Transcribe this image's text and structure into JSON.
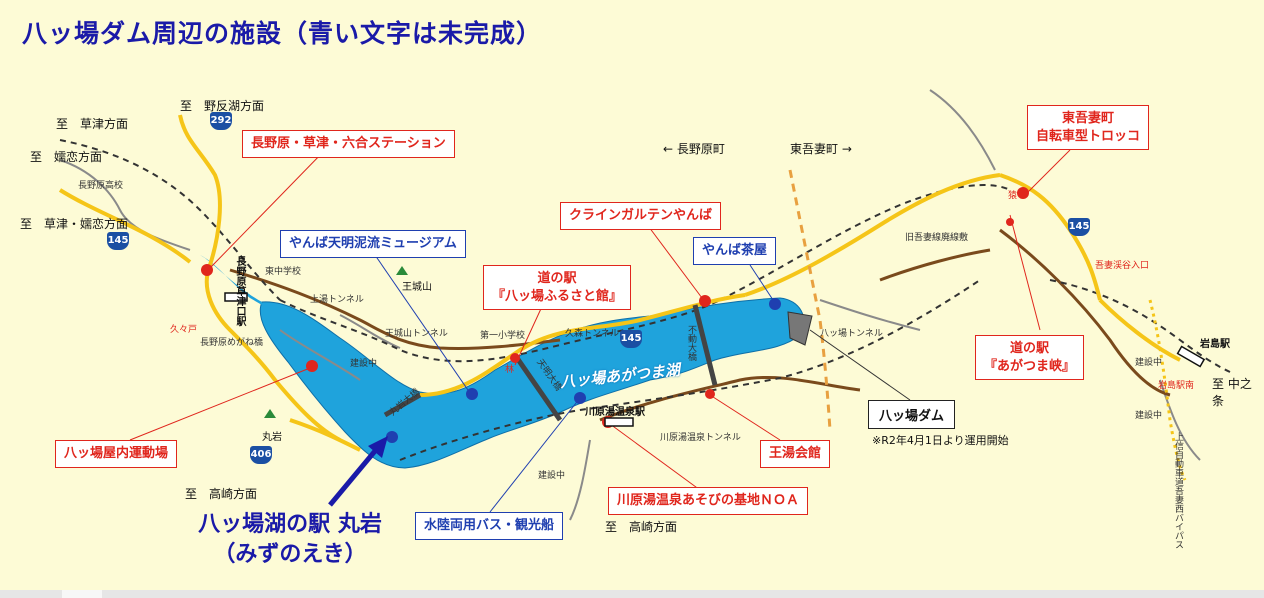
{
  "title": "八ッ場ダム周辺の施設（青い文字は未完成）",
  "colors": {
    "background": "#fdfbd6",
    "lake": "#1fa3dc",
    "road_main": "#f5c518",
    "road_brown": "#7a4a1c",
    "facility_red": "#e0261d",
    "facility_blue": "#1f3fb0"
  },
  "direction_labels": {
    "nozorikko": "至　野反湖方面",
    "kusatsu": "至　草津方面",
    "tsumagoi": "至　嬬恋方面",
    "kusatsu_tsumagoi": "至　草津・嬬恋方面",
    "takasaki_left": "至　高崎方面",
    "takasaki_center": "至　高崎方面",
    "nakanojo": "至 中之条",
    "naganohara_town": "← 長野原町",
    "higashiagatsuma_town": "東吾妻町 →"
  },
  "route_numbers": {
    "r292": "292",
    "r145_left": "145",
    "r145_center": "145",
    "r145_right": "145",
    "r406": "406"
  },
  "place_labels": {
    "naganohara_highschool": "長野原高校",
    "higashi_jhs": "東中学校",
    "daiichi_elem": "第一小学校",
    "ojoyama": "王城山",
    "maruiwa": "丸岩",
    "kamiyu_tunnel": "上湯トンネル",
    "ojo_tunnel": "王城山トンネル",
    "kumori_tunnel": "久森トンネル",
    "kawarayu_tunnel": "川原湯温泉トンネル",
    "yamba_tunnel": "八ッ場トンネル",
    "kyu_agatsuma_line": "旧吾妻線廃線敷",
    "kenseichu_1": "建設中",
    "kenseichu_2": "建設中",
    "kenseichu_3": "建設中",
    "kenseichu_4": "建設中",
    "kukuto": "久々戸",
    "hayashi": "林",
    "agatsumakyo_entrance": "吾妻渓谷入口",
    "fudo": "不動大橋",
    "tenman": "天明大橋",
    "maruiwa_bridge": "丸岩大橋",
    "naganohara_bridge": "長野原めがね橋",
    "iwashima_station_sub": "岩島駅南",
    "bypass": "上信自動車道吾妻西バイパス",
    "saran": "猿"
  },
  "lake_name": "八ッ場あがつま湖",
  "stations": {
    "naganohara_kusatsuguchi": "長野原草津口駅",
    "kawarayu_onsen": "川原湯温泉駅",
    "iwashima": "岩島駅"
  },
  "facilities_red": {
    "naganohara_station": "長野原・草津・六合ステーション",
    "klein_garten": "クラインガルテンやんば",
    "michinoeki_furusato": "道の駅\n『八ッ場ふるさと館』",
    "indoor_sports": "八ッ場屋内運動場",
    "oyu_kaikan": "王湯会館",
    "noa": "川原湯温泉あそびの基地ＮＯＡ",
    "michinoeki_agatsumakyo": "道の駅\n『あがつま峡』",
    "higashiagatsuma_trolley": "東吾妻町\n自転車型トロッコ"
  },
  "facilities_blue": {
    "museum": "やんば天明泥流ミュージアム",
    "yamba_chaya": "やんば茶屋",
    "amphibious_bus": "水陸両用バス・観光船"
  },
  "dam": {
    "name": "八ッ場ダム",
    "note": "※R2年4月1日より運用開始"
  },
  "highlight_station": {
    "line1": "八ッ場湖の駅 丸岩",
    "line2": "（みずのえき）"
  }
}
